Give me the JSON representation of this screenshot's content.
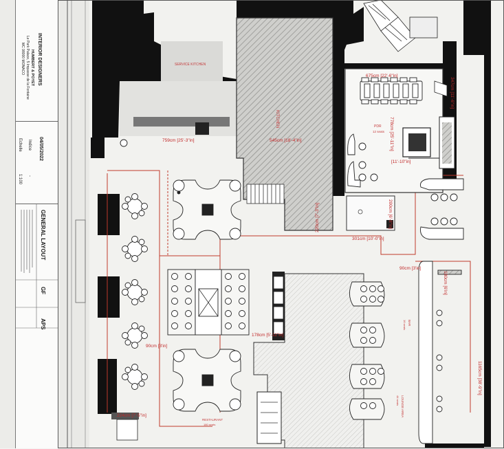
{
  "title_block": {
    "company": "INTERIOR DESIGNERS",
    "client": "HUMBERT & POYET",
    "address_line1": "Le Park Palace, 5 Impasse de la Fontaine",
    "address_line2": "MC 98000 MONACO",
    "date": "04/05/2022",
    "indice_label": "Indice",
    "indice_value": "-",
    "echelle_label": "Echelle",
    "echelle_value": "1:100",
    "drawing_title": "GENERAL LAYOUT",
    "level": "GF",
    "phase": "APS"
  },
  "plan": {
    "service_note": "SERVICE KITCHEN",
    "dimensions": {
      "d759": "759cm [25'-3\"in]",
      "d545": "545cm [18'-4\"in]",
      "d675": "675cm [22'-6\"in]",
      "d347": "347cm [11'-6\"in]",
      "d778": "778cm [25'-11\"in]",
      "d330": "[11'-10\"in]",
      "d220": "220cm [7'-3\"in]",
      "d301": "301cm [10'-0\"in]",
      "d200": "200cm [6'-8\"in]",
      "d90a": "90cm [3'in]",
      "d90b": "90cm [3'in]",
      "d178": "178cm [5'-11\"in]",
      "d224": "224cm [7'-5\"in]",
      "d180": "180cm [6'in]",
      "d1165": "1165cm [38'-9\"in]"
    },
    "labels": {
      "restaurant": "RESTAURANT",
      "restaurant_sub": "180 seats",
      "pdr": "PDR",
      "pdr_sub": "12 seats",
      "bar": "BAR",
      "bar_sub": "16 seats",
      "lounge": "LOUNGE AREA",
      "lounge_sub": "44 seats",
      "kitchen": "KITCHEN"
    }
  }
}
